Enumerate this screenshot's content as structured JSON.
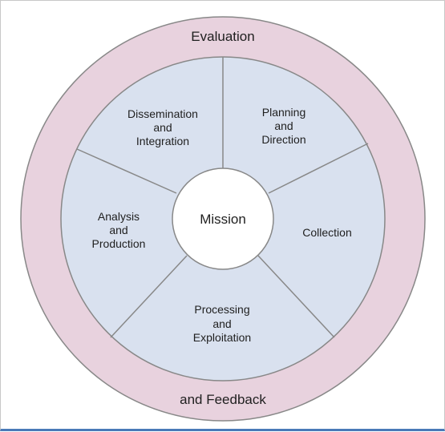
{
  "diagram": {
    "outer_ring": {
      "top_label": "Evaluation",
      "bottom_label": "and Feedback",
      "fill": "#e8d2de"
    },
    "segments": [
      {
        "id": "planning",
        "lines": [
          "Planning",
          "and",
          "Direction"
        ]
      },
      {
        "id": "collection",
        "lines": [
          "Collection"
        ]
      },
      {
        "id": "processing",
        "lines": [
          "Processing",
          "and",
          "Exploitation"
        ]
      },
      {
        "id": "analysis",
        "lines": [
          "Analysis",
          "and",
          "Production"
        ]
      },
      {
        "id": "dissemination",
        "lines": [
          "Dissemination",
          "and",
          "Integration"
        ]
      }
    ],
    "segment_fill": "#d9e1ef",
    "center": {
      "label": "Mission",
      "fill": "#ffffff"
    },
    "stroke_color": "#888888"
  }
}
